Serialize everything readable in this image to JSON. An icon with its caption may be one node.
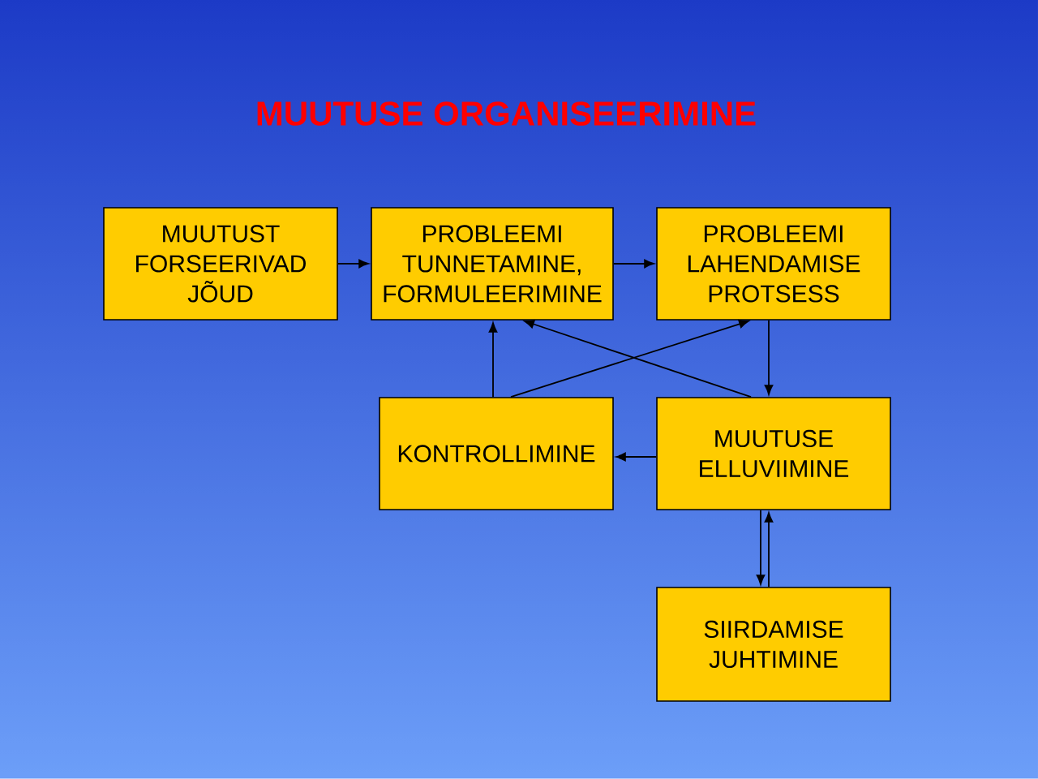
{
  "diagram": {
    "title": "MUUTUSE ORGANISEERIMINE",
    "nodes": [
      {
        "text": [
          "MUUTUST FORSEERIVAD JÕUD"
        ]
      },
      {
        "text": [
          "PROBLEEMI TUNNETAMINE, FORMULEERIMINE"
        ]
      },
      {
        "text": [
          "PROBLEEMI LAHENDAMISE PROTSESS"
        ]
      },
      {
        "text": [
          "KONTROLLIMINE"
        ]
      },
      {
        "text": [
          "MUUTUSE ELLUVIIMINE"
        ]
      },
      {
        "text": [
          "SIIRDAMISE JUHTIMINE"
        ]
      }
    ],
    "edges": [
      {
        "from": 0,
        "to": 1,
        "arrow": "to"
      },
      {
        "from": 1,
        "to": 2,
        "arrow": "to"
      },
      {
        "from": 2,
        "to": 4,
        "arrow": "to"
      },
      {
        "from": 4,
        "to": 3,
        "arrow": "to"
      },
      {
        "from": 3,
        "to": 1,
        "arrow": "to"
      },
      {
        "from": 3,
        "to": 2,
        "arrow": "to"
      },
      {
        "from": 4,
        "to": 1,
        "arrow": "to"
      },
      {
        "from": 4,
        "to": 5,
        "arrow": "to"
      },
      {
        "from": 5,
        "to": 4,
        "arrow": "to"
      }
    ]
  }
}
